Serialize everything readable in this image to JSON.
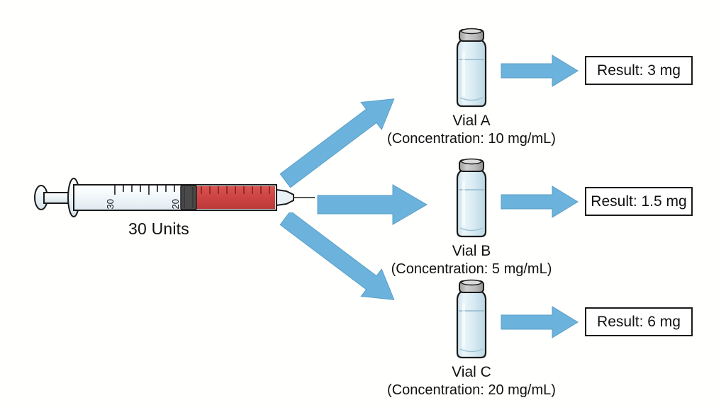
{
  "diagram": {
    "title": "Syringe dose to vial concentration results",
    "background_color": "#fffffd",
    "arrow_color": "#6bb3dc",
    "arrow_outline_color": "#5a9ec6"
  },
  "syringe": {
    "label": "30 Units",
    "barrel_graduation_labels": [
      "30",
      "20"
    ],
    "liquid_color": "#cf4444",
    "plunger_stopper_color": "#4a4a4a",
    "body_color": "#eef5f8"
  },
  "vials": [
    {
      "name": "Vial A",
      "concentration": "(Concentration: 10 mg/mL)",
      "cap_color": "#b5b5b5",
      "glass_color": "#d6e9f0",
      "result_label": "Result: 3 mg"
    },
    {
      "name": "Vial B",
      "concentration": "(Concentration: 5 mg/mL)",
      "cap_color": "#b5b5b5",
      "glass_color": "#d6e9f0",
      "result_label": "Result: 1.5 mg"
    },
    {
      "name": "Vial C",
      "concentration": "(Concentration: 20 mg/mL)",
      "cap_color": "#b5b5b5",
      "glass_color": "#d6e9f0",
      "result_label": "Result: 6 mg"
    }
  ],
  "arrows": {
    "branch_up": "arrow-up-right",
    "branch_straight": "arrow-right",
    "branch_down": "arrow-down-right",
    "to_result": "arrow-right"
  }
}
